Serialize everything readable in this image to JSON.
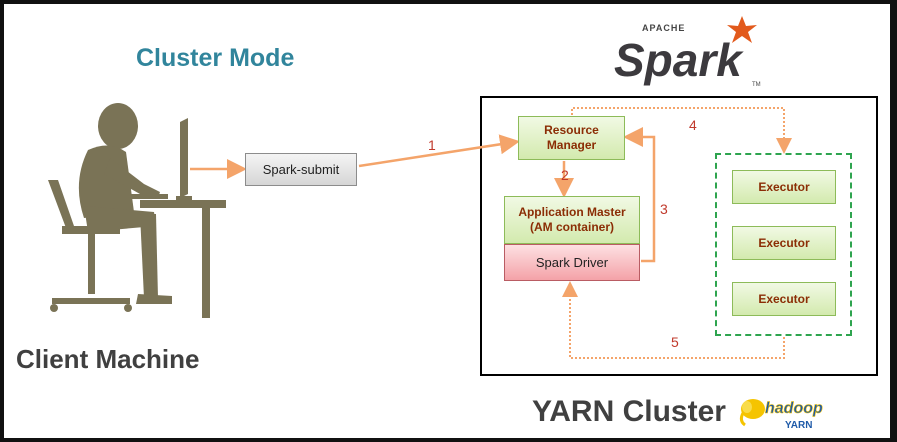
{
  "title": "Cluster Mode",
  "client_label": "Client Machine",
  "yarn_label": "YARN Cluster",
  "spark_logo": {
    "small": "APACHE",
    "word": "Spark",
    "tm": "TM"
  },
  "hadoop_logo": {
    "word": "hadoop",
    "sub": "YARN"
  },
  "nodes": {
    "spark_submit": "Spark-submit",
    "resource_manager_1": "Resource",
    "resource_manager_2": "Manager",
    "app_master_1": "Application Master",
    "app_master_2": "(AM container)",
    "spark_driver": "Spark Driver",
    "executors": [
      "Executor",
      "Executor",
      "Executor"
    ]
  },
  "steps": [
    "1",
    "2",
    "3",
    "4",
    "5"
  ],
  "colors": {
    "title": "#31859c",
    "arrow": "#f4a46a",
    "step": "#c0392b",
    "executor_group": "#2ea44f",
    "person": "#7a7356"
  },
  "icons": [
    "person-at-computer-icon",
    "spark-star-icon",
    "hadoop-elephant-icon"
  ]
}
